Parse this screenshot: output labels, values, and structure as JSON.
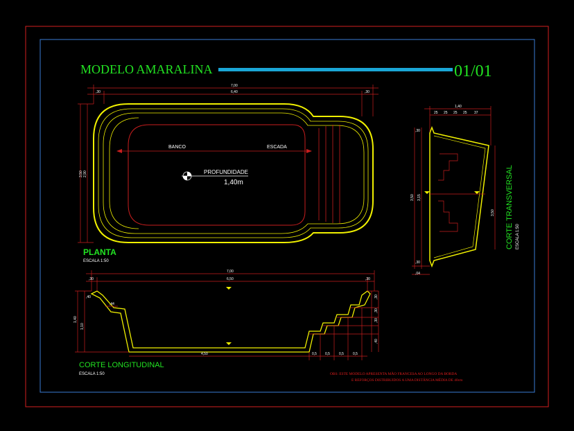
{
  "title": "MODELO AMARALINA",
  "sheet": "01/01",
  "colors": {
    "border_outer": "#d42020",
    "border_inner": "#3a7bd5",
    "title_green": "#22e322",
    "title_bar": "#1aa6d6",
    "sheet_green": "#22e322",
    "pool_yellow": "#f0f000",
    "dim_red": "#c81e1e",
    "note_red": "#e81e1e",
    "white": "#ffffff"
  },
  "plan": {
    "label": "PLANTA",
    "scale": "ESCALA 1:50",
    "banco": "BANCO",
    "escada": "ESCADA",
    "profundidade": "PROFUNDIDADE",
    "depth": "1,40m",
    "dim_total": "7,00",
    "dim_inner": "6,40",
    "dim_left": ",30",
    "dim_right": ",30",
    "dim_height": "3,50",
    "dim_height_inner": "2,90"
  },
  "transversal": {
    "label": "CORTE TRANSVERSAL",
    "scale": "ESCALA 1:50",
    "dim_top": "1,40",
    "step_dims": [
      "25",
      "25",
      "25",
      "25",
      "37"
    ],
    "dim_side": "3,50",
    "dim_side_inner": "3,15",
    "dim_top_left": ",30",
    "dim_bottom_left": ",30",
    "dim_bottom": ",04",
    "dim_right": "3,50"
  },
  "longitudinal": {
    "label": "CORTE LONGITUDINAL",
    "scale": "ESCALA 1:50",
    "dim_total": "7,00",
    "dim_inner": "6,50",
    "dim_left": ",30",
    "dim_right": ",30",
    "dim_depth": "1,40",
    "dim_depth_inner": "1,10",
    "dim_bench": ",44",
    "dim_bench_h": ",40",
    "dim_floor": "4,50",
    "step_dims": [
      "0,5",
      "0,5",
      "0,5",
      "0,5"
    ],
    "right_dims": [
      ",30",
      ",30",
      ",30",
      ",40"
    ]
  },
  "note": {
    "line1": "OBS: ESTE MODELO APRESENTA MÃO FRANCESA AO LONGO DA BORDA",
    "line2": "E REFORÇOS DISTRIBUIDOS A UMA DISTÂNCIA MÉDIA DE 40cm"
  }
}
